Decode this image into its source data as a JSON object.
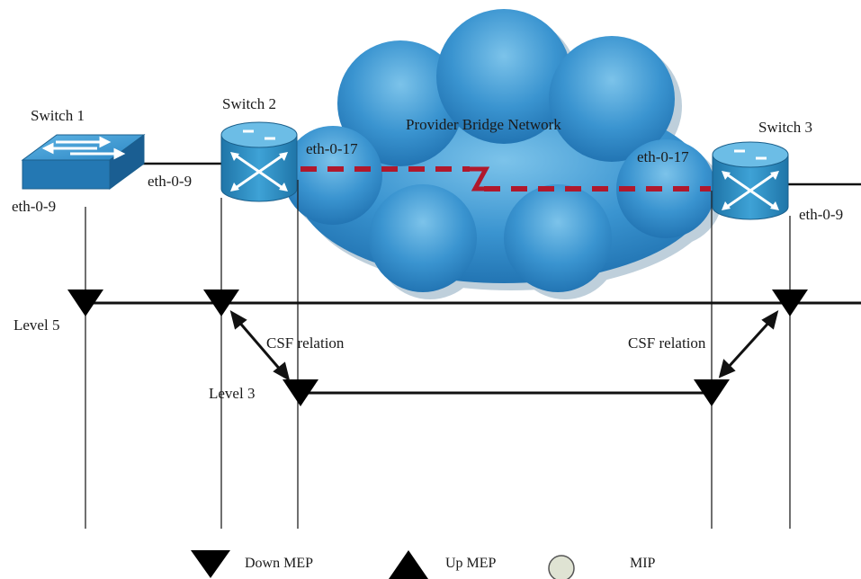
{
  "cloud": {
    "label": "Provider Bridge Network"
  },
  "devices": {
    "switch1": {
      "label": "Switch 1",
      "port": "eth-0-9"
    },
    "switch2": {
      "label": "Switch 2",
      "port_left": "eth-0-9",
      "port_right": "eth-0-17"
    },
    "switch3": {
      "label": "Switch 3",
      "port_left": "eth-0-17",
      "port_right": "eth-0-9"
    }
  },
  "levels": {
    "level5": "Level 5",
    "level3": "Level 3"
  },
  "relations": {
    "left": "CSF relation",
    "right": "CSF relation"
  },
  "legend": {
    "down_mep": "Down MEP",
    "up_mep": "Up MEP",
    "mip": "MIP"
  },
  "colors": {
    "cloud": "#2f86c6",
    "router": "#2f8fc0",
    "switch": "#3b93cc",
    "link": "#b0182c"
  }
}
